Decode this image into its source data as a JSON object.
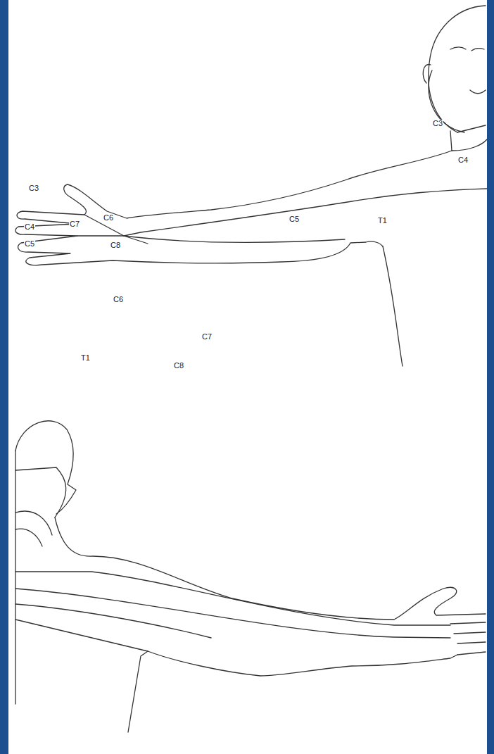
{
  "diagram": {
    "labels": [
      "C3",
      "C4",
      "C6",
      "C7",
      "C5",
      "T1",
      "C8",
      "C3",
      "C4",
      "C5",
      "C6",
      "C7",
      "T1",
      "C8"
    ]
  }
}
